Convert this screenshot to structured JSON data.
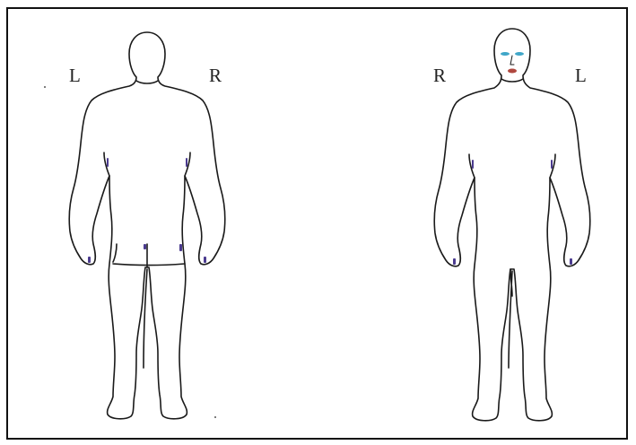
{
  "back_view": {
    "left_label": "L",
    "right_label": "R"
  },
  "front_view": {
    "left_label": "R",
    "right_label": "L"
  }
}
